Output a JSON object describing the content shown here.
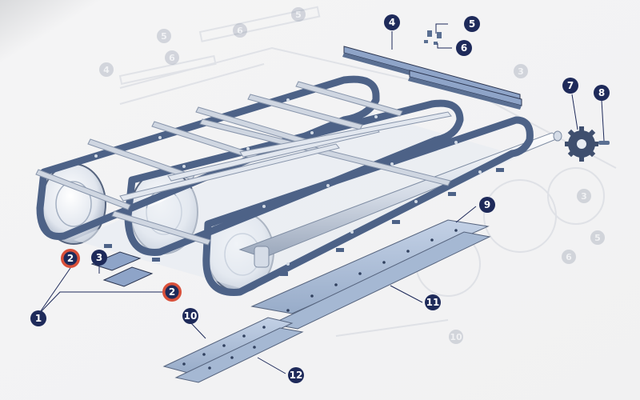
{
  "colors": {
    "callout_fill": "#1e2a5a",
    "callout_highlight": "#d9503a",
    "chain": "#5a6f92",
    "chain_dark": "#2b3550",
    "rail": "#bfc8d6",
    "plate": "#a9bbd6",
    "leader": "#1e2a5a"
  },
  "callouts": [
    {
      "id": "1",
      "label": "1",
      "highlight": false
    },
    {
      "id": "2a",
      "label": "2",
      "highlight": true
    },
    {
      "id": "2b",
      "label": "2",
      "highlight": true
    },
    {
      "id": "3",
      "label": "3",
      "highlight": false
    },
    {
      "id": "4",
      "label": "4",
      "highlight": false
    },
    {
      "id": "5",
      "label": "5",
      "highlight": false
    },
    {
      "id": "6",
      "label": "6",
      "highlight": false
    },
    {
      "id": "7",
      "label": "7",
      "highlight": false
    },
    {
      "id": "8",
      "label": "8",
      "highlight": false
    },
    {
      "id": "9",
      "label": "9",
      "highlight": false
    },
    {
      "id": "10",
      "label": "10",
      "highlight": false
    },
    {
      "id": "11",
      "label": "11",
      "highlight": false
    },
    {
      "id": "12",
      "label": "12",
      "highlight": false
    }
  ],
  "ghost_labels": [
    "5",
    "6",
    "4",
    "5",
    "6",
    "3",
    "3",
    "5",
    "6",
    "10"
  ]
}
